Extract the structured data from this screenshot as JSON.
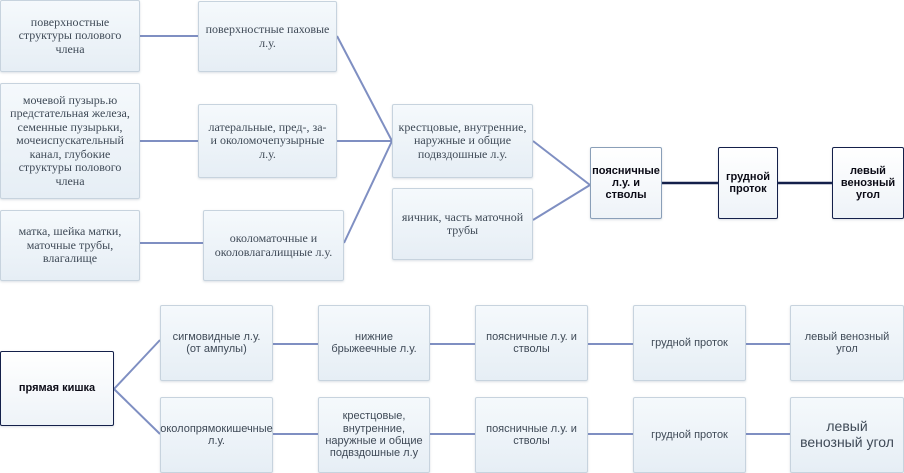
{
  "top": {
    "src1": "поверхностные структуры полового члена",
    "src2": "мочевой пузырь.ю предстательная железа, семенные пузырьки, мочеиспускательный канал, глубокие структуры полового члена",
    "src3": "матка, шейка матки, маточные трубы, влагалище",
    "mid1": "поверхностные паховые л.у.",
    "mid2": "латеральные, пред-, за- и околомочепузырные л.у.",
    "mid3": "околоматочные и околовлагалищные л.у.",
    "pelvic": "крестцовые, внутренние, наружные и общие подвздошные л.у.",
    "ovary": "яичник, часть маточной трубы",
    "lumbar": "поясничные л.у. и стволы",
    "duct": "грудной проток",
    "vein": "левый венозный угол"
  },
  "bottom": {
    "rectum": "прямая кишка",
    "row1": {
      "n1": "сигмовидные л.у.(от ампулы)",
      "n2": "нижние брыжеечные л.у.",
      "n3": "поясничные л.у. и стволы",
      "n4": "грудной проток",
      "n5": "левый венозный угол"
    },
    "row2": {
      "n1": "околопрямокишечные л.у.",
      "n2": "крестцовые, внутренние, наружные и общие подвздошные л.у",
      "n3": "поясничные л.у. и стволы",
      "n4": "грудной проток",
      "n5": "левый венозный угол"
    }
  }
}
